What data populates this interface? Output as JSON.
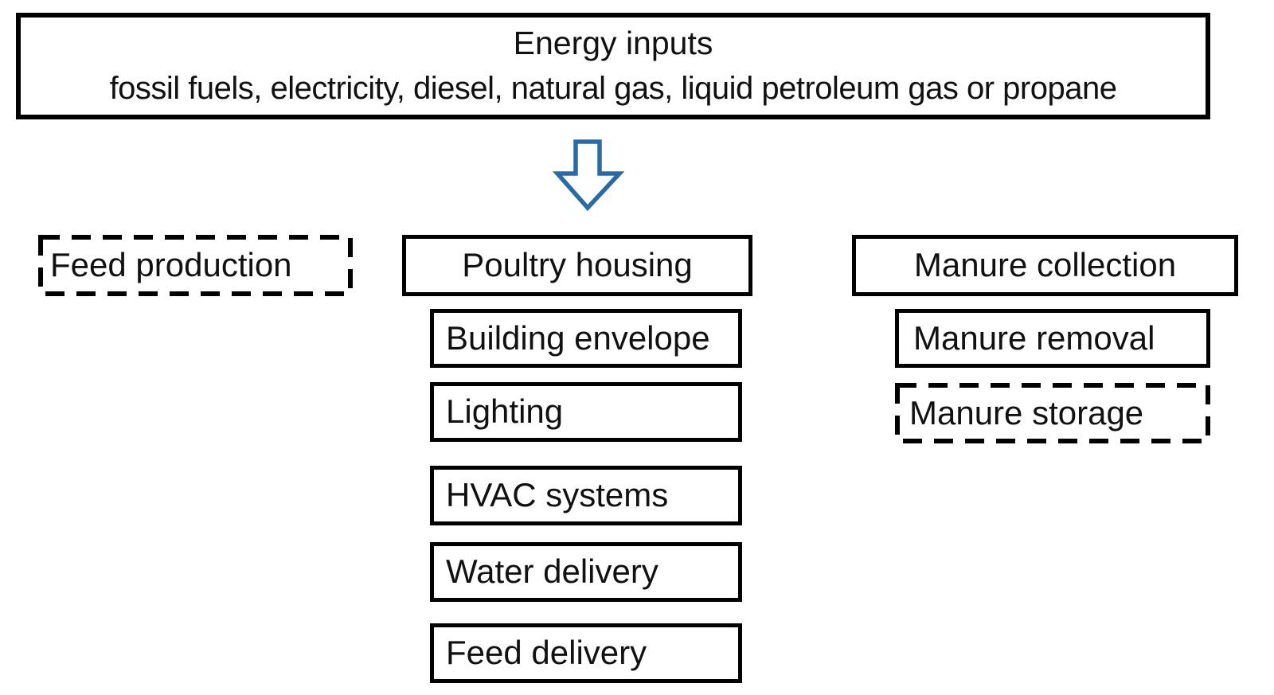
{
  "top_box": {
    "title": "Energy inputs",
    "subtitle": "fossil fuels, electricity, diesel, natural gas, liquid petroleum gas or propane"
  },
  "arrow": {
    "direction": "down",
    "style": "outline-block-arrow"
  },
  "columns": [
    {
      "header": {
        "label": "Feed production",
        "border": "dashed"
      },
      "children": []
    },
    {
      "header": {
        "label": "Poultry housing",
        "border": "solid"
      },
      "children": [
        {
          "label": "Building envelope",
          "border": "solid"
        },
        {
          "label": "Lighting",
          "border": "solid"
        },
        {
          "label": "HVAC systems",
          "border": "solid"
        },
        {
          "label": "Water delivery",
          "border": "solid"
        },
        {
          "label": "Feed delivery",
          "border": "solid"
        }
      ]
    },
    {
      "header": {
        "label": "Manure collection",
        "border": "solid"
      },
      "children": [
        {
          "label": "Manure removal",
          "border": "solid"
        },
        {
          "label": "Manure storage",
          "border": "dashed"
        }
      ]
    }
  ],
  "colors": {
    "border": "#000000",
    "text": "#111111",
    "arrow": "#2a6aa5",
    "background": "#ffffff"
  }
}
